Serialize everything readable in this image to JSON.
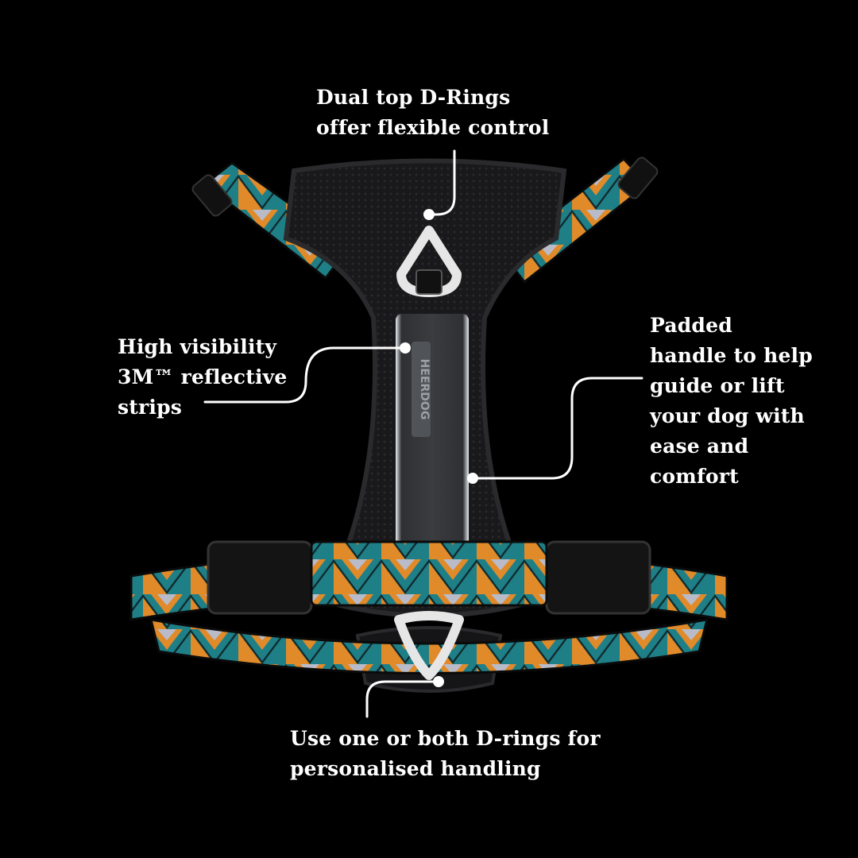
{
  "callouts": {
    "top": {
      "lines": [
        "Dual top D-Rings",
        "offer flexible control"
      ]
    },
    "left": {
      "lines": [
        "High visibility",
        "3M™ reflective",
        "strips"
      ]
    },
    "right": {
      "lines": [
        "Padded",
        "handle to help",
        "guide or lift",
        "your dog with",
        "ease and",
        "comfort"
      ]
    },
    "bottom": {
      "lines": [
        "Use one or both D-rings for",
        "personalised handling"
      ]
    }
  },
  "product": {
    "brand_label": "HEERDOG",
    "icons": [
      "dog-harness-image",
      "d-ring-icon",
      "buckle-icon",
      "handle-icon"
    ]
  },
  "colors": {
    "background": "#000000",
    "text": "#ffffff",
    "webbing_teal": "#1f7f86",
    "webbing_orange": "#e08a2a",
    "webbing_grey": "#b9bcc8",
    "mesh": "#1b1b1d",
    "reflective": "#c9ccd2"
  }
}
